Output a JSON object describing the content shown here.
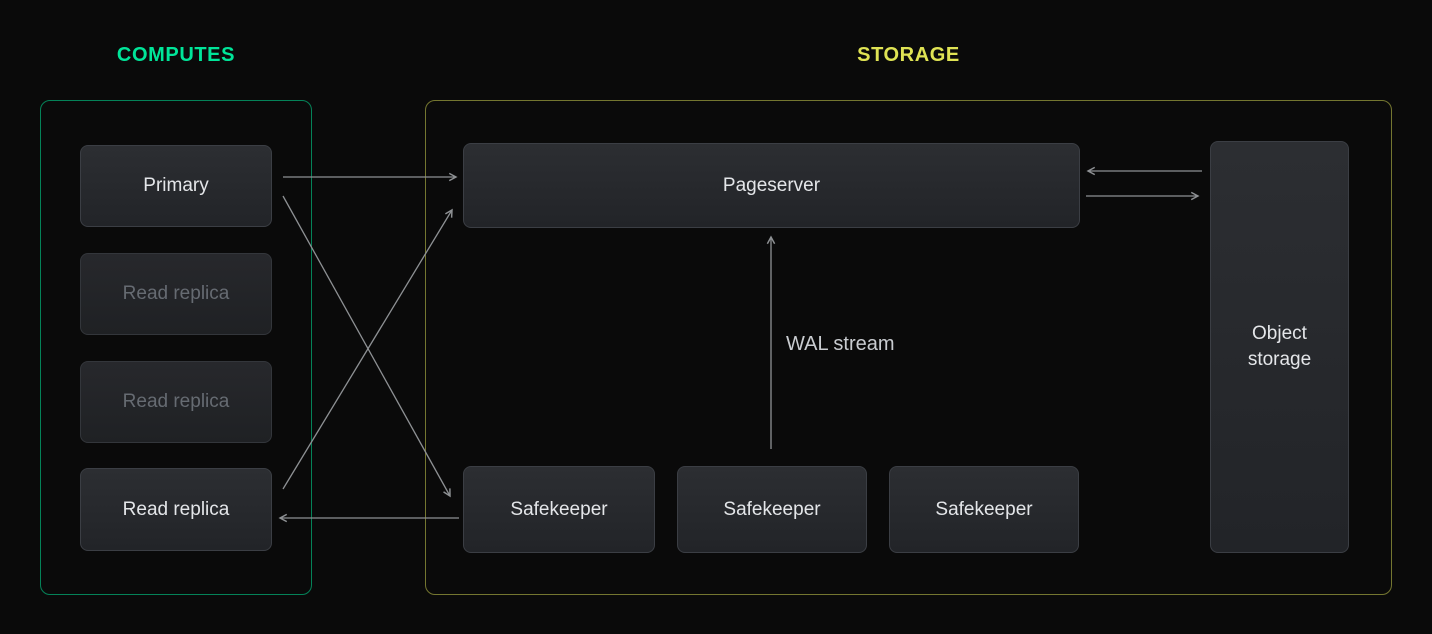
{
  "computes": {
    "title": "COMPUTES",
    "accent_color": "#00e599",
    "nodes": [
      {
        "label": "Primary",
        "state": "active"
      },
      {
        "label": "Read replica",
        "state": "inactive"
      },
      {
        "label": "Read replica",
        "state": "inactive"
      },
      {
        "label": "Read replica",
        "state": "active"
      }
    ]
  },
  "storage": {
    "title": "STORAGE",
    "accent_color": "#dfe354",
    "pageserver": {
      "label": "Pageserver"
    },
    "safekeepers": [
      {
        "label": "Safekeeper"
      },
      {
        "label": "Safekeeper"
      },
      {
        "label": "Safekeeper"
      }
    ],
    "object_storage": {
      "label": "Object storage"
    },
    "wal_stream_label": "WAL stream"
  },
  "colors": {
    "background": "#0a0a0a",
    "arrow": "#8e9194",
    "node_text_active": "#e4e6e9",
    "node_text_inactive": "#666b72",
    "computes_border": "#2aa37a",
    "storage_border": "#9fa348"
  }
}
